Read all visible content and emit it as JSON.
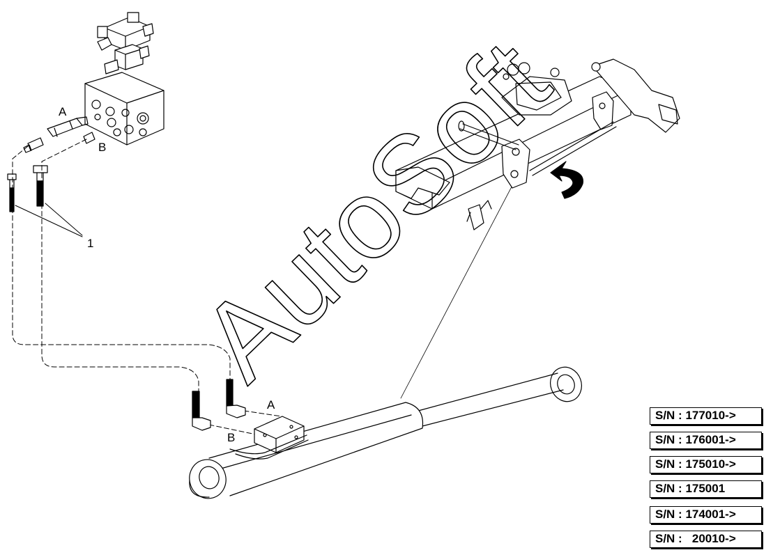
{
  "callouts": {
    "port_a_top": "A",
    "port_b_top": "B",
    "item_1": "1",
    "port_a_bottom": "A",
    "port_b_bottom": "B"
  },
  "serial_numbers": [
    "S/N : 177010->",
    "S/N : 176001->",
    "S/N : 175010->",
    "S/N : 175001",
    "S/N : 174001->",
    "S/N :   20010->"
  ],
  "watermark": "AutoSoft",
  "colors": {
    "line": "#000000",
    "background": "#ffffff",
    "watermark_outline": "#000000"
  }
}
